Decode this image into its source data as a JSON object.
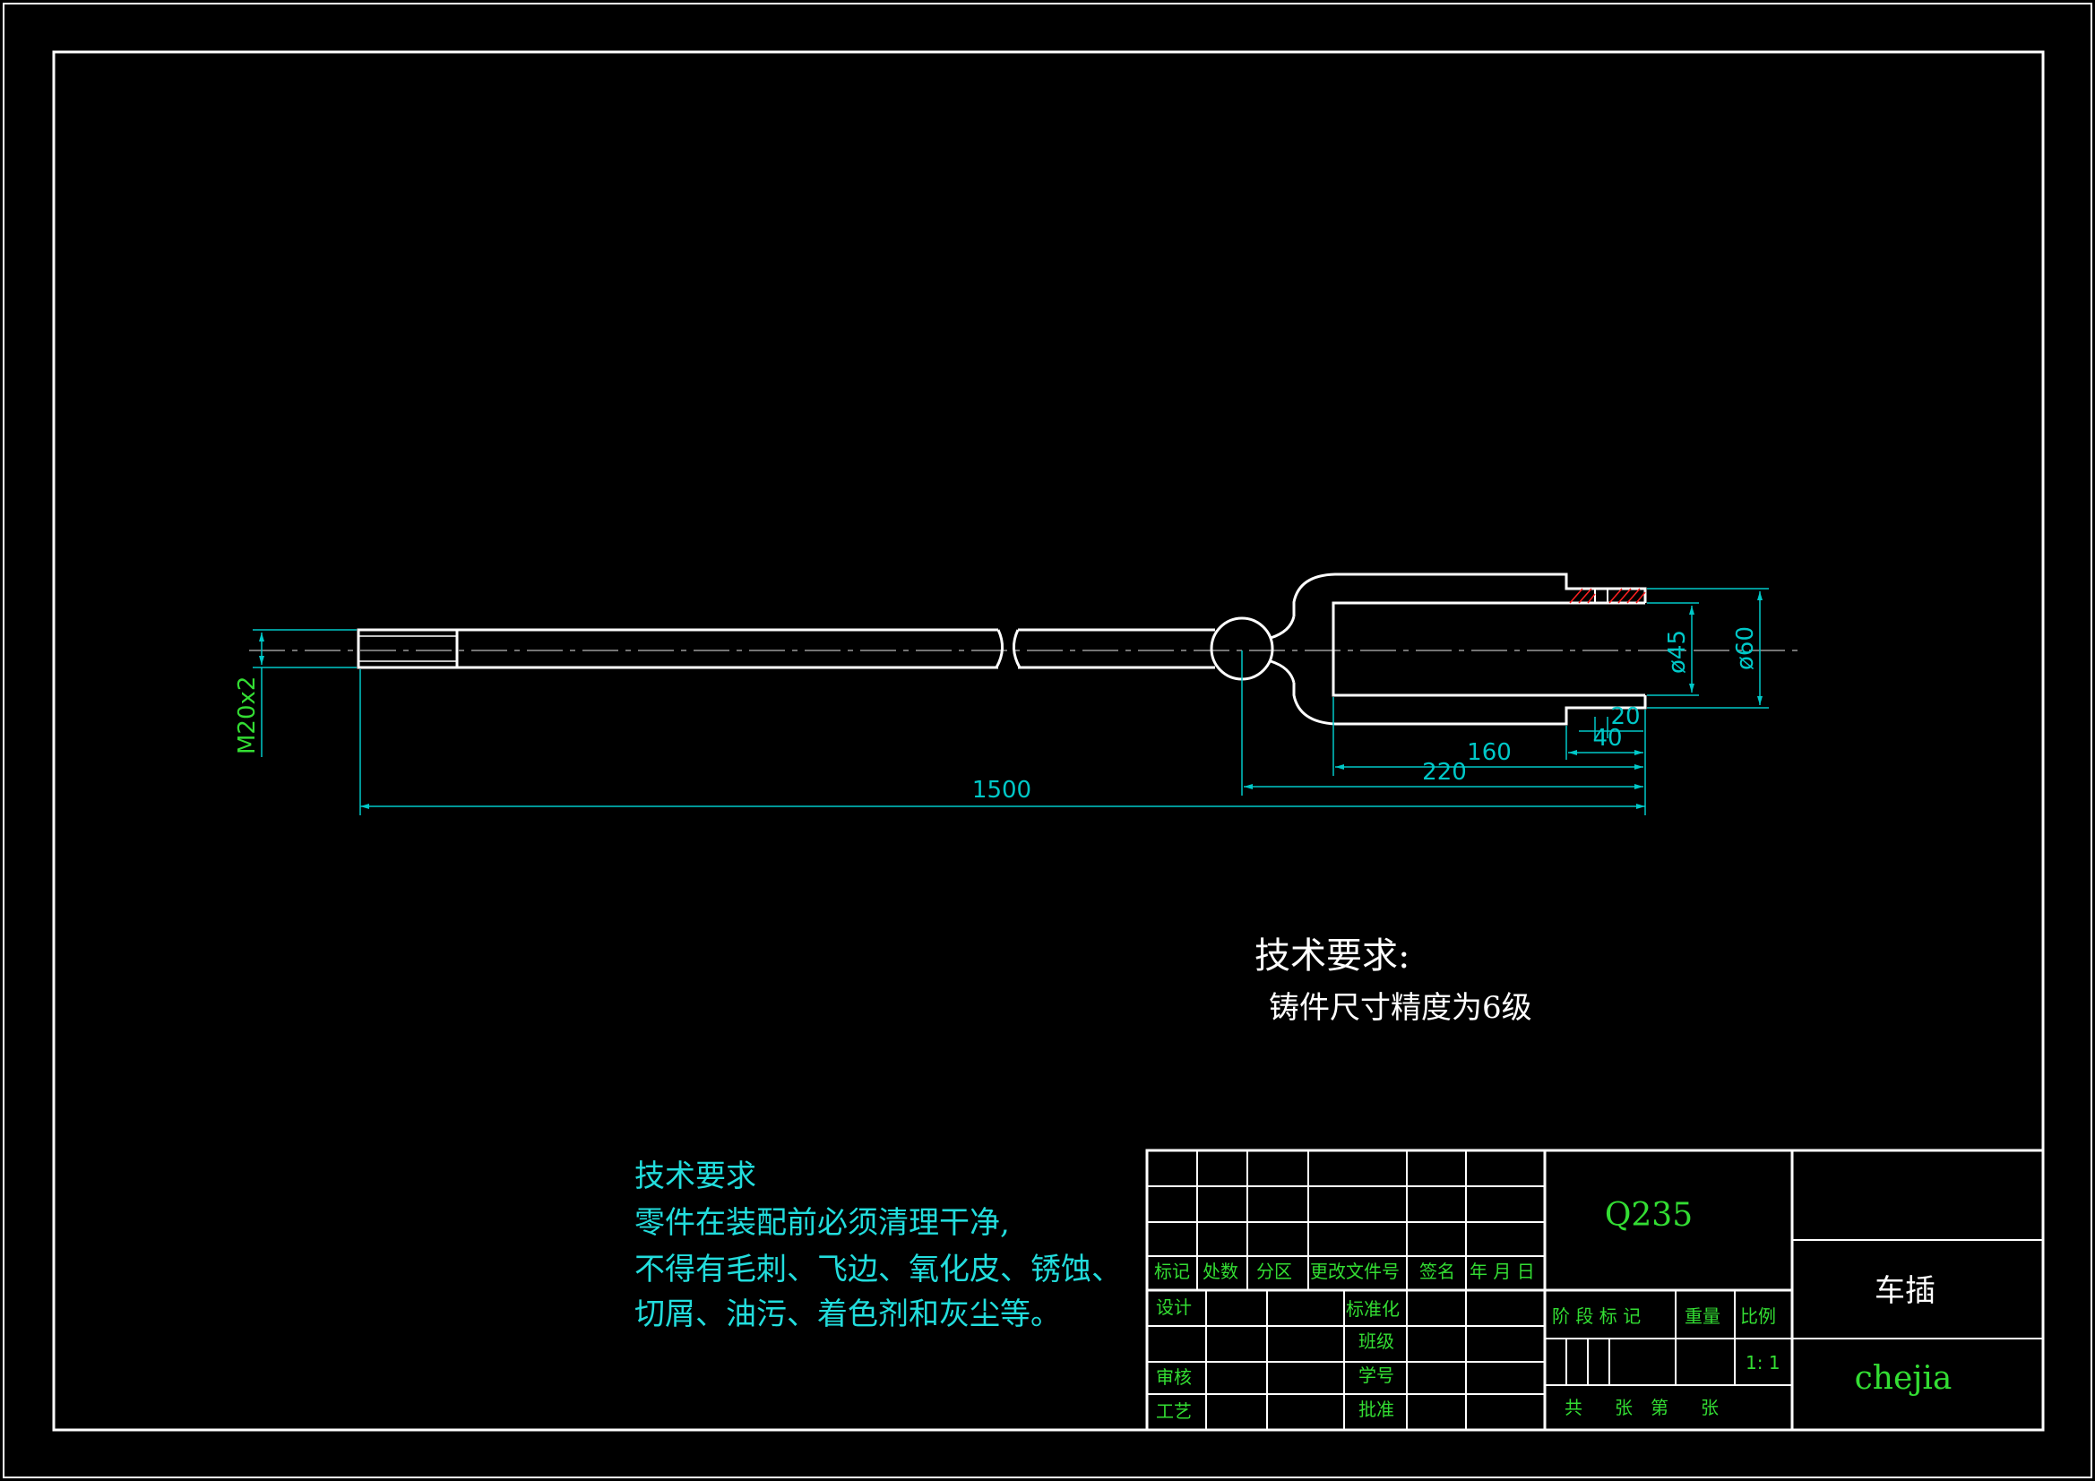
{
  "drawing": {
    "dims": {
      "thread": "M20x2",
      "total_length": "1500",
      "d220": "220",
      "d160": "160",
      "d40": "40",
      "d20": "20",
      "dia45": "ø45",
      "dia60": "ø60"
    },
    "tech_req_1": {
      "title": "技术要求:",
      "line1": "铸件尺寸精度为6级"
    },
    "tech_req_2": {
      "title": "技术要求",
      "lines": [
        "零件在装配前必须清理干净,",
        "不得有毛刺、飞边、氧化皮、锈蚀、",
        "切屑、油污、着色剂和灰尘等。"
      ]
    }
  },
  "title_block": {
    "material": "Q235",
    "part_name": "车插",
    "drawing_code": "chejia",
    "header_labels": [
      "标记",
      "处数",
      "分区",
      "更改文件号",
      "签名",
      "年 月 日"
    ],
    "left_labels": {
      "design": "设计",
      "review": "审核",
      "process": "工艺",
      "standardization": "标准化",
      "class": "班级",
      "student_id": "学号",
      "approve": "批准"
    },
    "stage_mark": "阶 段 标 记",
    "weight": "重量",
    "scale_label": "比例",
    "scale_value": "1: 1",
    "sheets": [
      "共",
      "张",
      "第",
      "张"
    ]
  },
  "colors": {
    "background": "#000000",
    "outline": "#ffffff",
    "centerline": "#9a9a9a",
    "dimension": "#00c8c8",
    "block_text": "#33dd33",
    "tech_text": "#22dddd",
    "hatch": "#ff2020"
  }
}
